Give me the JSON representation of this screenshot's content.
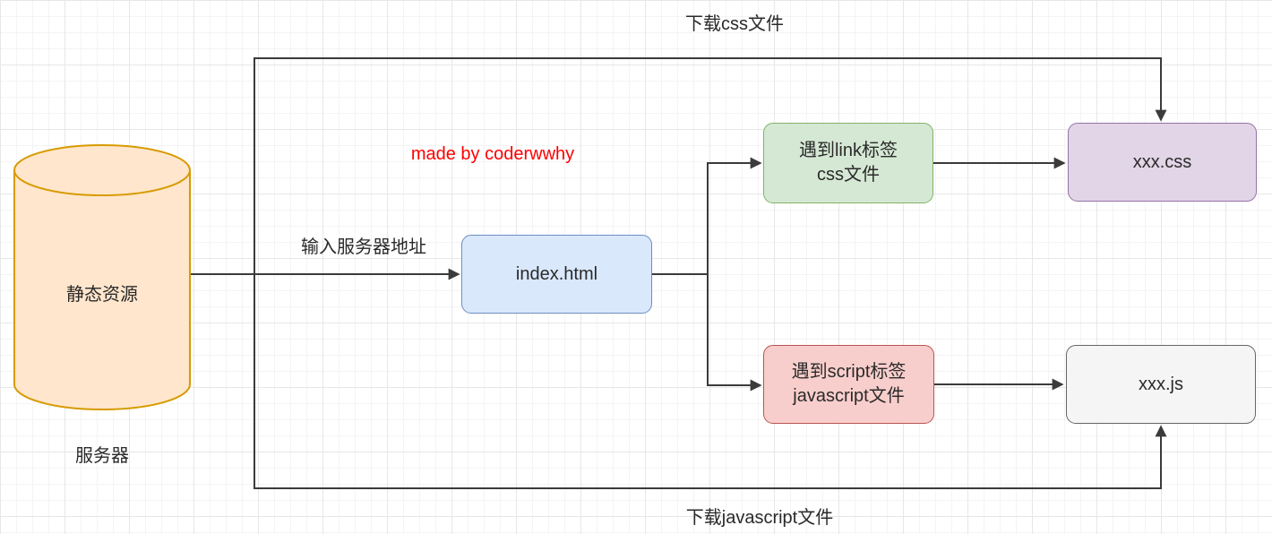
{
  "watermark": {
    "text": "made by coderwwhy",
    "color": "#ff0000"
  },
  "server": {
    "label": "静态资源",
    "caption": "服务器"
  },
  "nodes": {
    "index_html": {
      "label": "index.html"
    },
    "link_tag": {
      "line1": "遇到link标签",
      "line2": "css文件"
    },
    "css_file": {
      "label": "xxx.css"
    },
    "script_tag": {
      "line1": "遇到script标签",
      "line2": "javascript文件"
    },
    "js_file": {
      "label": "xxx.js"
    }
  },
  "edge_labels": {
    "enter_server_address": "输入服务器地址",
    "download_css": "下载css文件",
    "download_javascript": "下载javascript文件"
  },
  "colors": {
    "connector": "#3b3b3b",
    "cylinder_fill": "#ffe6cc",
    "cylinder_stroke": "#d79b00",
    "index_fill": "#dae8fc",
    "index_stroke": "#6c8ebf",
    "link_fill": "#d5e8d4",
    "link_stroke": "#82b366",
    "css_fill": "#e1d5e7",
    "css_stroke": "#9673a6",
    "script_fill": "#f8cecc",
    "script_stroke": "#b85450",
    "js_fill": "#f5f5f5",
    "js_stroke": "#666666",
    "text": "#2a2a2a"
  }
}
